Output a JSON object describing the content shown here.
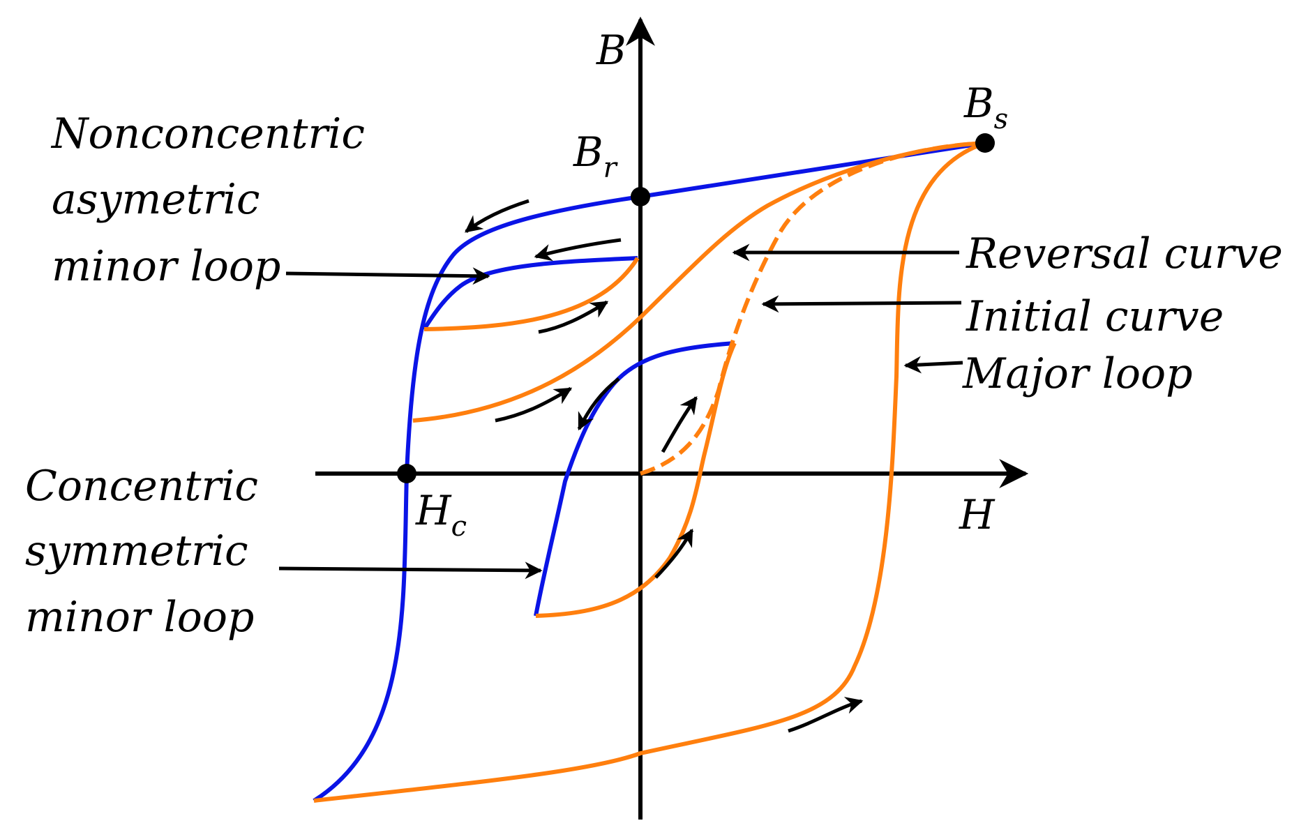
{
  "axes": {
    "x_label": "H",
    "y_label": "B"
  },
  "points": {
    "saturation": {
      "main": "B",
      "sub": "s"
    },
    "remanence": {
      "main": "B",
      "sub": "r"
    },
    "coercivity": {
      "main": "H",
      "sub": "c"
    }
  },
  "labels": {
    "nonconcentric": [
      "Nonconcentric",
      "asymetric",
      "minor loop"
    ],
    "concentric": [
      "Concentric",
      "symmetric",
      "minor loop"
    ],
    "reversal": "Reversal curve",
    "initial": "Initial curve",
    "major": "Major loop"
  },
  "colors": {
    "descending": "#0a14e6",
    "ascending": "#ff7f0e",
    "axis": "#000000"
  }
}
